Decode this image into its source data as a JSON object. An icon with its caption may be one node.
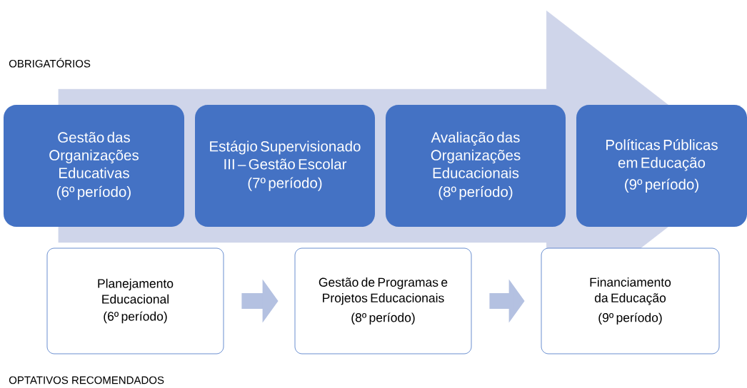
{
  "diagram": {
    "nodes": [
      {
        "text": [
          "Gestão das Organizações Educativas",
          "(6º período)"
        ]
      },
      {
        "text": [
          "Estágio Supervisionado III – Gestão Escolar",
          "(7º período)"
        ]
      },
      {
        "text": [
          "Avaliação das Organizações Educacionais",
          "(8º período)"
        ]
      },
      {
        "text": [
          "Políticas Públicas em Educação",
          "(9º período)"
        ]
      },
      {
        "text": [
          "Planejamento Educacional",
          "(6º período)"
        ]
      },
      {
        "text": [
          "Gestão de Programas e Projetos Educacionais",
          "(8º período)"
        ]
      },
      {
        "text": [
          "Financiamento da Educação",
          "(9º período)"
        ]
      }
    ],
    "edges": [
      {
        "from": 0,
        "to": 3,
        "arrow": "to",
        "style": "thick"
      },
      {
        "from": 4,
        "to": 5,
        "arrow": "to"
      },
      {
        "from": 5,
        "to": 6,
        "arrow": "to"
      }
    ],
    "labels": [
      "OBRIGATÓRIOS",
      "OPTATIVOS RECOMENDADOS"
    ]
  }
}
